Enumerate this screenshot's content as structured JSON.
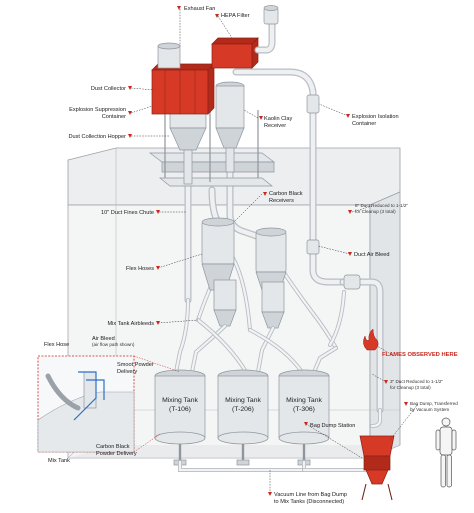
{
  "labels": {
    "exhaust_fan": "Exhaust Fan",
    "hepa_filter": "HEPA Filter",
    "dust_collector": "Dust Collector",
    "explosion_suppression": "Explosion Suppression",
    "container": "Container",
    "dust_collection_hopper": "Dust Collection Hopper",
    "kaolin_clay_1": "Kaolin Clay",
    "kaolin_clay_2": "Receiver",
    "explosion_isolation_1": "Explosion Isolation",
    "explosion_isolation_2": "Container",
    "carbon_black_1": "Carbon Black",
    "carbon_black_2": "Receivers",
    "duct_fines_chute": "10\" Duct Fines Chute",
    "duct_reduced_1": "8\" Duct Reduced to 1-1/2\"",
    "duct_reduced_2": "for Cleanup (3 total)",
    "duct_air_bleed": "Duct Air Bleed",
    "flex_hoses": "Flex Hoses",
    "mix_tank_airbleeds": "Mix Tank Airbleeds",
    "flames": "FLAMES OBSERVED HERE",
    "flex_hose": "Flex Hose",
    "air_bleed": "Air Bleed",
    "air_flow_path": "(air flow path shown)",
    "smoot_powder_1": "Smoot Powder",
    "smoot_powder_2": "Delivery",
    "duct_reduced_3": "3\" Duct Reduced to 1-1/2\"",
    "duct_reduced_4": "for Cleanup (3 total)",
    "bag_dump_transferred_1": "Bag Dump, Transferred",
    "bag_dump_transferred_2": "by Vacuum System",
    "carbon_black_powder_1": "Carbon Black",
    "carbon_black_powder_2": "Powder Delivery",
    "mix_tank": "Mix Tank",
    "bag_dump_station": "Bag Dump Station",
    "vacuum_line_1": "Vacuum Line from Bag Dump",
    "vacuum_line_2": "to Mix Tanks (Disconnected)"
  },
  "tanks": [
    {
      "name": "Mixing Tank",
      "id": "(T-106)"
    },
    {
      "name": "Mixing Tank",
      "id": "(T-206)"
    },
    {
      "name": "Mixing Tank",
      "id": "(T-306)"
    }
  ],
  "colors": {
    "equipment_red": "#d63a26",
    "label_tick": "#c8281e",
    "enclosure_edge": "#7a828a",
    "air_flow_blue": "#2b6fc9"
  }
}
